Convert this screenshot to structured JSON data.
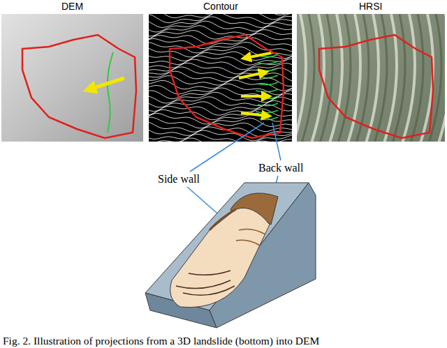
{
  "diagram": {
    "caption": "Fig. 2. Illustration of projections from a 3D landslide (bottom) into DEM",
    "labels": [
      "DEM",
      "Contour",
      "HRSI",
      "Side wall",
      "Back wall"
    ]
  }
}
